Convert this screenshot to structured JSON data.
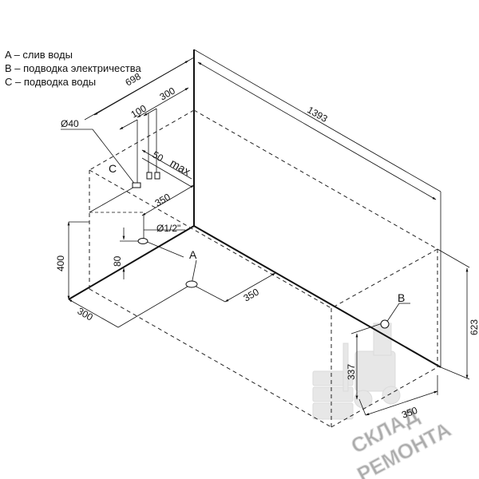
{
  "legend": {
    "a": "A – слив воды",
    "b": "B – подводка электричества",
    "c": "C – подводка воды"
  },
  "labels": {
    "point_a": "A",
    "point_b": "B",
    "point_c": "C"
  },
  "dimensions": {
    "d698": "698",
    "d300_top": "300",
    "d100": "100",
    "d40": "Ø40",
    "d50": "50",
    "max": "max",
    "d350_upper": "350",
    "d1_2": "Ø1/2\"",
    "d400": "400",
    "d80": "80",
    "d300_bottom": "300",
    "d350_floor": "350",
    "d1393": "1393",
    "d623": "623",
    "d337": "337",
    "d350_right": "350"
  },
  "watermark": {
    "line1": "СКЛАД",
    "line2": "РЕМОНТА"
  }
}
